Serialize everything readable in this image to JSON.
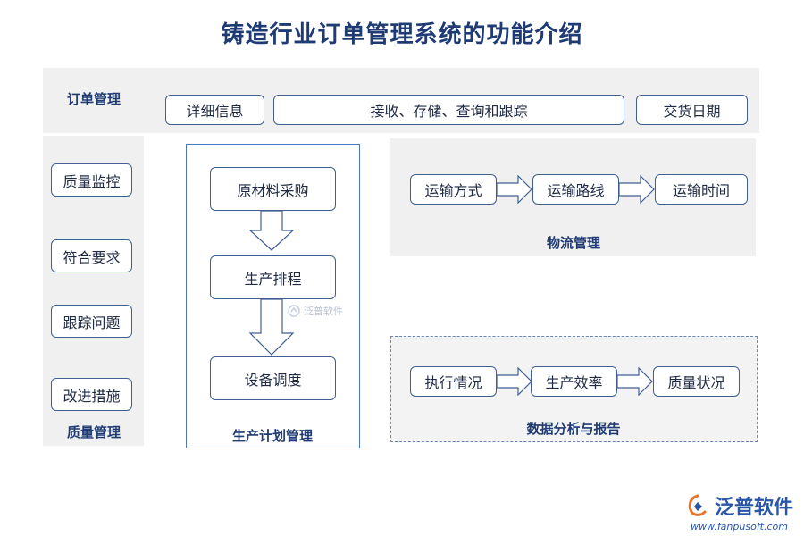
{
  "title": "铸造行业订单管理系统的功能介绍",
  "order": {
    "label": "订单管理",
    "items": [
      "详细信息",
      "接收、存储、查询和跟踪",
      "交货日期"
    ]
  },
  "quality": {
    "label": "质量管理",
    "items": [
      "质量监控",
      "符合要求",
      "跟踪问题",
      "改进措施"
    ]
  },
  "production": {
    "label": "生产计划管理",
    "steps": [
      "原材料采购",
      "生产排程",
      "设备调度"
    ]
  },
  "logistics": {
    "label": "物流管理",
    "steps": [
      "运输方式",
      "运输路线",
      "运输时间"
    ]
  },
  "analysis": {
    "label": "数据分析与报告",
    "steps": [
      "执行情况",
      "生产效率",
      "质量状况"
    ]
  },
  "watermark": "泛普软件",
  "logo": {
    "name": "泛普软件",
    "url": "www.fanpusoft.com"
  }
}
